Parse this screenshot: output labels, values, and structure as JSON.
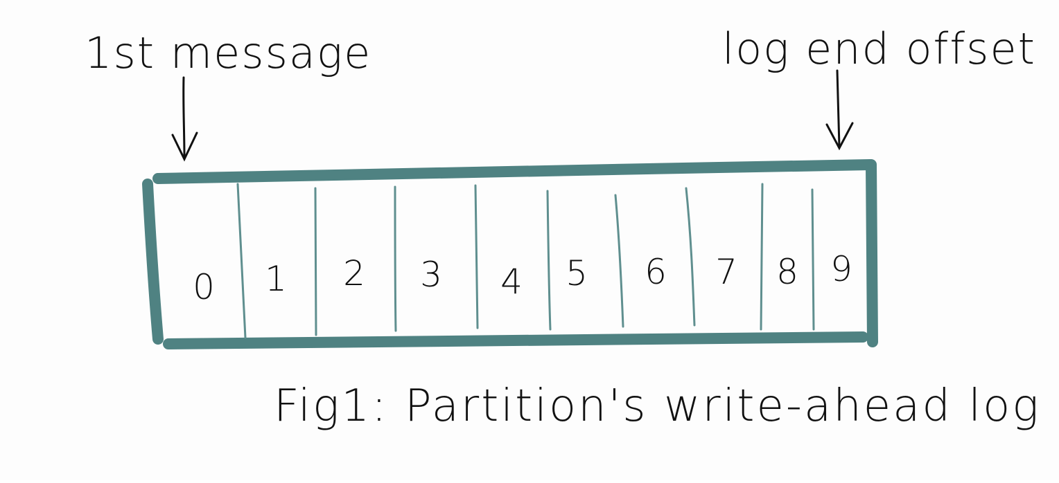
{
  "diagram": {
    "pointer_left_label": "1st message",
    "pointer_right_label": "log end offset",
    "cells": [
      "0",
      "1",
      "2",
      "3",
      "4",
      "5",
      "6",
      "7",
      "8",
      "9"
    ],
    "caption": "Fig1: Partition's write-ahead log",
    "colors": {
      "border": "#4f8282",
      "divider": "#5f8f8f",
      "ink": "#111111",
      "background": "#ffffff"
    }
  }
}
